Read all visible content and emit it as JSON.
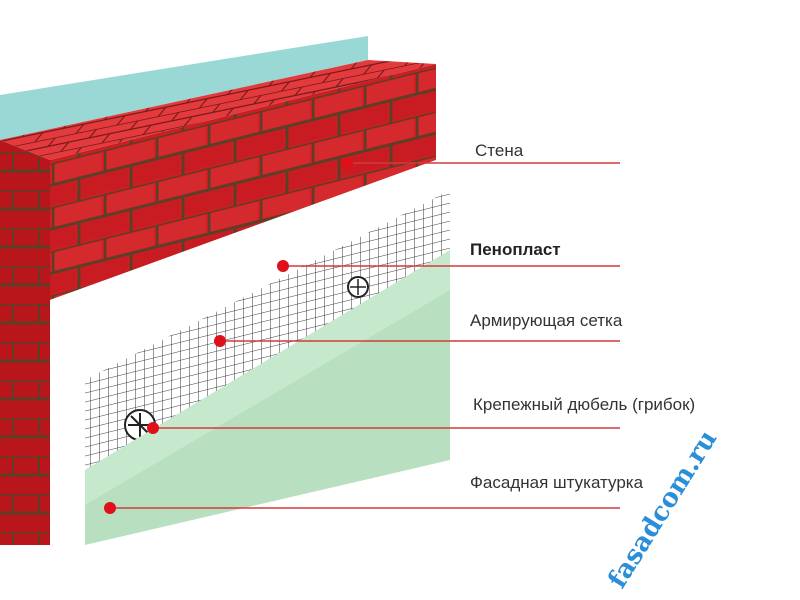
{
  "layers": [
    {
      "id": "wall",
      "label": "Стена"
    },
    {
      "id": "foam",
      "label": "Пенопласт"
    },
    {
      "id": "mesh",
      "label": "Армирующая сетка"
    },
    {
      "id": "dowel",
      "label": "Крепежный дюбель (грибок)"
    },
    {
      "id": "plaster",
      "label": "Фасадная штукатурка"
    }
  ],
  "watermark": "fasadcom.ru",
  "colors": {
    "brick": "#cc1f24",
    "brick_top": "#e23a3d",
    "brick_dark": "#8e1114",
    "mortar": "#6b4a2e",
    "wall_top": "#9ad8d6",
    "foam": "#ffffff",
    "plaster": "#b8e0c0",
    "leader": "#d43a3a",
    "marker": "#e0101a",
    "label": "#333333",
    "watermark": "#2a8fd8"
  }
}
